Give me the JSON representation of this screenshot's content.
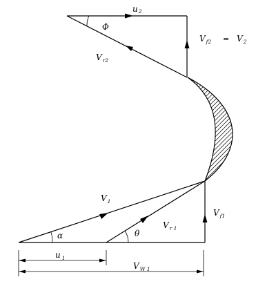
{
  "labels": {
    "u2": {
      "main": "u",
      "sub": "2"
    },
    "phi": "Φ",
    "vf2": {
      "main": "V",
      "sub": "f2"
    },
    "equals": "=",
    "v2": {
      "main": "V",
      "sub": "2"
    },
    "vr2": {
      "main": "V",
      "sub": "r2"
    },
    "v1": {
      "main": "V",
      "sub": "1"
    },
    "alpha": "α",
    "theta": "θ",
    "vr1": {
      "main": "V",
      "sub": "r 1"
    },
    "vf1": {
      "main": "V",
      "sub": "f1"
    },
    "u1": {
      "main": "u",
      "sub": "1"
    },
    "vw1": {
      "main": "V",
      "sub": "W 1"
    }
  },
  "colors": {
    "ink": "#000000",
    "background": "#ffffff"
  }
}
